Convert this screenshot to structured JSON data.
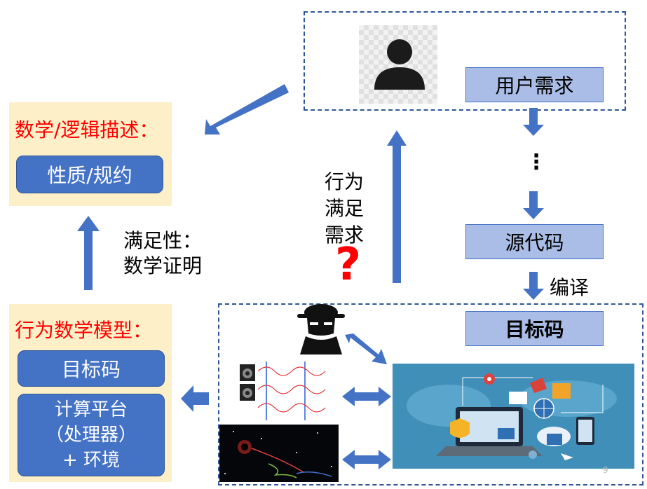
{
  "left_top": {
    "title": "数学/逻辑描述：",
    "box": "性质/规约"
  },
  "left_bottom": {
    "title": "行为数学模型：",
    "box1": "目标码",
    "box2_lines": [
      "计算平台",
      "（处理器）",
      "+ 环境"
    ]
  },
  "satisfy_label": [
    "满足性：",
    "数学证明"
  ],
  "behavior_label": [
    "行为",
    "满足",
    "需求"
  ],
  "question_mark": "?",
  "user_req": "用户需求",
  "ellipsis": "⋮",
  "source_code": "源代码",
  "compile": "编译",
  "target_code": "目标码",
  "page_number": "9",
  "colors": {
    "accent_blue": "#4472c4",
    "red": "#ff0000",
    "yellow_bg": "#fdf0c8",
    "light_blue": "#a9bde6"
  }
}
